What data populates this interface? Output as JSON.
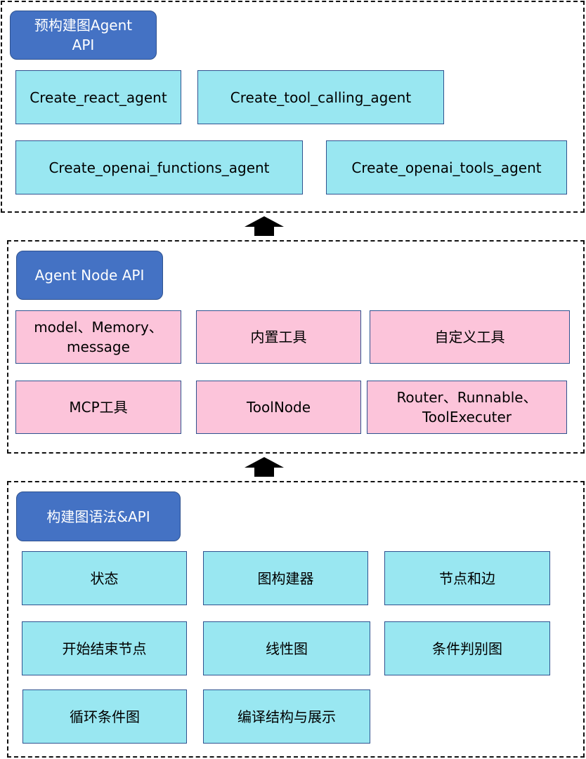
{
  "top_section": {
    "header": "预构建图Agent\nAPI",
    "boxes": [
      "Create_react_agent",
      "Create_tool_calling_agent",
      "Create_openai_functions_agent",
      "Create_openai_tools_agent"
    ]
  },
  "mid_section": {
    "header": "Agent Node API",
    "boxes": [
      "model、Memory、\nmessage",
      "内置工具",
      "自定义工具",
      "MCP工具",
      "ToolNode",
      "Router、Runnable、\nToolExecuter"
    ]
  },
  "bottom_section": {
    "header": "构建图语法&API",
    "boxes": [
      "状态",
      "图构建器",
      "节点和边",
      "开始结束节点",
      "线性图",
      "条件判别图",
      "循环条件图",
      "编译结构与展示"
    ]
  },
  "colors": {
    "header": "#4472c4",
    "box_cyan": "#99e7f1",
    "box_pink": "#fcc4da",
    "border": "#2f528f"
  }
}
